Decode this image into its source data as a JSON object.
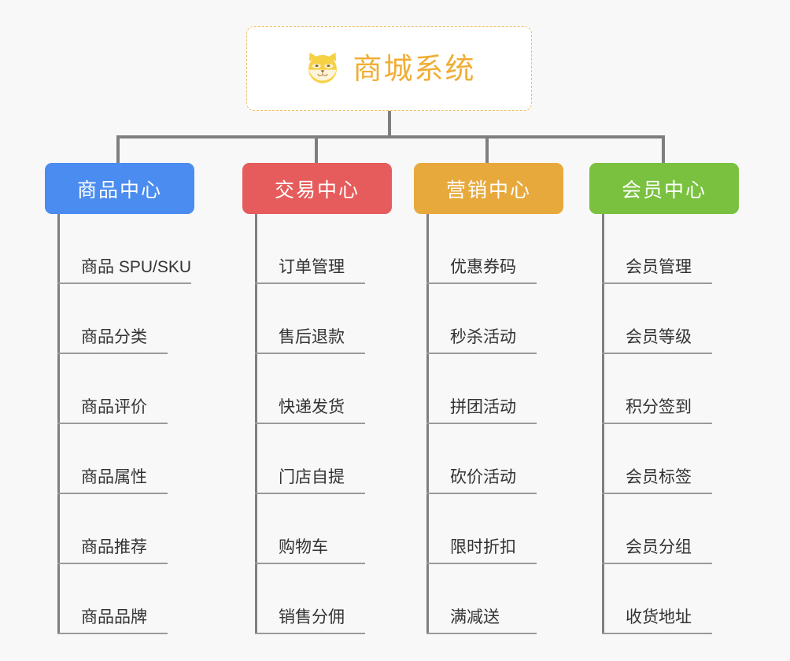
{
  "diagram": {
    "type": "mind-map",
    "background_color": "#f8f8f8",
    "root": {
      "title": "商城系统",
      "icon": "shiba-dog-icon",
      "text_color": "#f0ad35",
      "border_color": "#eec06a",
      "border_style": "dashed",
      "fill_color": "#ffffff"
    },
    "connector_color": "#7f7f7f",
    "leaf_line_color": "#9a9a9a",
    "leaf_text_color": "#333333",
    "columns": [
      {
        "header": "商品中心",
        "color": "#4a8cf0",
        "items": [
          "商品 SPU/SKU",
          "商品分类",
          "商品评价",
          "商品属性",
          "商品推荐",
          "商品品牌"
        ]
      },
      {
        "header": "交易中心",
        "color": "#e65c5c",
        "items": [
          "订单管理",
          "售后退款",
          "快递发货",
          "门店自提",
          "购物车",
          "销售分佣"
        ]
      },
      {
        "header": "营销中心",
        "color": "#e8a93c",
        "items": [
          "优惠券码",
          "秒杀活动",
          "拼团活动",
          "砍价活动",
          "限时折扣",
          "满减送"
        ]
      },
      {
        "header": "会员中心",
        "color": "#79c13f",
        "items": [
          "会员管理",
          "会员等级",
          "积分签到",
          "会员标签",
          "会员分组",
          "收货地址"
        ]
      }
    ]
  }
}
